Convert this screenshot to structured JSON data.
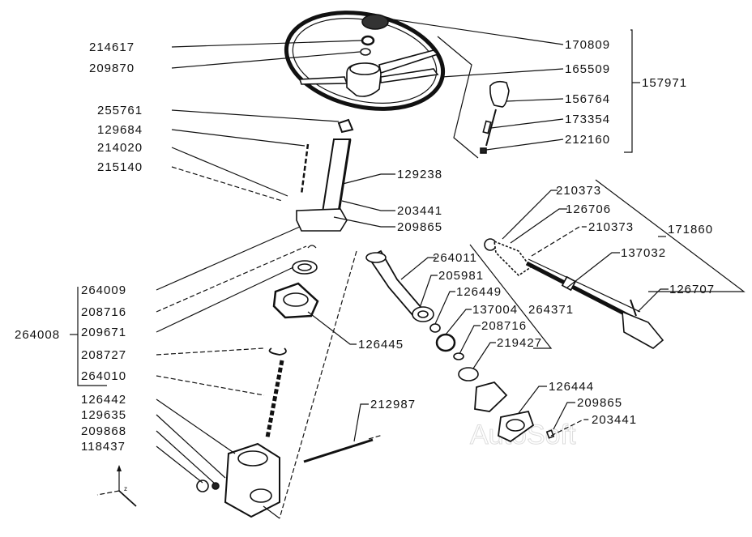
{
  "diagram": {
    "title": "Steering column exploded parts view",
    "watermark": "AutoSoft",
    "groups": [
      {
        "id": "157971",
        "label": "157971",
        "members": [
          "170809",
          "165509",
          "156764",
          "173354",
          "212160"
        ]
      },
      {
        "id": "264008",
        "label": "264008",
        "members": [
          "264009",
          "208716",
          "209671",
          "208727",
          "264010"
        ]
      },
      {
        "id": "171860",
        "label": "171860",
        "members": [
          "210373",
          "126706",
          "210373",
          "137032",
          "126707"
        ]
      },
      {
        "id": "264371",
        "label": "264371",
        "members": [
          "264011",
          "205981",
          "126449",
          "137004",
          "208716",
          "219427"
        ]
      }
    ],
    "labels": {
      "l214617": "214617",
      "l209870": "209870",
      "l255761": "255761",
      "l129684": "129684",
      "l214020": "214020",
      "l215140": "215140",
      "l170809": "170809",
      "l165509": "165509",
      "l157971": "157971",
      "l156764": "156764",
      "l173354": "173354",
      "l212160": "212160",
      "l129238": "129238",
      "l203441a": "203441",
      "l209865a": "209865",
      "l210373a": "210373",
      "l126706": "126706",
      "l210373b": "210373",
      "l171860": "171860",
      "l137032": "137032",
      "l126707": "126707",
      "l264011": "264011",
      "l205981": "205981",
      "l126449": "126449",
      "l137004": "137004",
      "l264371": "264371",
      "l208716b": "208716",
      "l219427": "219427",
      "l126444": "126444",
      "l209865b": "209865",
      "l203441b": "203441",
      "l212987": "212987",
      "l264009": "264009",
      "l208716a": "208716",
      "l264008": "264008",
      "l209671": "209671",
      "l126445": "126445",
      "l208727": "208727",
      "l264010": "264010",
      "l126442": "126442",
      "l129635": "129635",
      "l209868": "209868",
      "l118437": "118437"
    },
    "axis_labels": {
      "z": "z"
    }
  }
}
